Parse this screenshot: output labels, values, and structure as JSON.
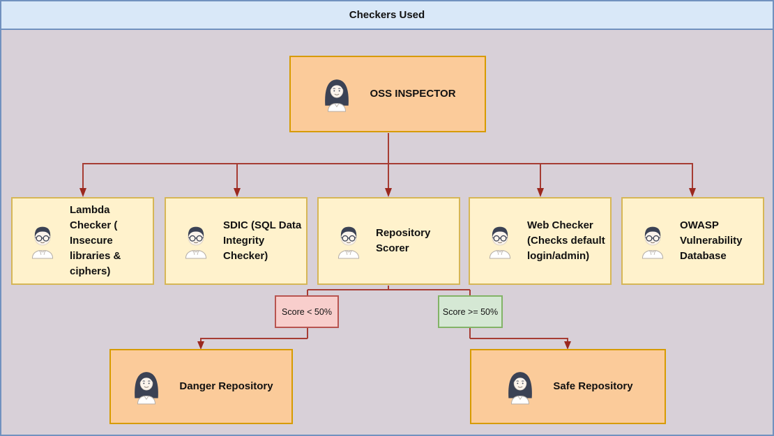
{
  "header": {
    "title": "Checkers Used"
  },
  "diagram": {
    "root": {
      "label": "OSS INSPECTOR",
      "icon": "woman-avatar"
    },
    "checkers": [
      {
        "label": "Lambda Checker ( Insecure libraries & ciphers)",
        "icon": "man-avatar"
      },
      {
        "label": "SDIC (SQL Data Integrity Checker)",
        "icon": "man-avatar"
      },
      {
        "label": "Repository Scorer",
        "icon": "man-avatar"
      },
      {
        "label": "Web Checker (Checks default login/admin)",
        "icon": "man-avatar"
      },
      {
        "label": "OWASP Vulnerability Database",
        "icon": "man-avatar"
      }
    ],
    "branches": [
      {
        "condition": "Score < 50%",
        "target": "Danger Repository",
        "icon": "woman-avatar"
      },
      {
        "condition": "Score >= 50%",
        "target": "Safe Repository",
        "icon": "woman-avatar"
      }
    ]
  },
  "colors": {
    "title_bar_bg": "#d9e8f8",
    "frame_border": "#7191bf",
    "canvas_bg": "#d8d0d8",
    "orange_fill": "#fbcb9a",
    "orange_border": "#d79b00",
    "yellow_fill": "#fff2cc",
    "yellow_border": "#d6b656",
    "danger_label_fill": "#f8cecc",
    "danger_label_border": "#b85450",
    "safe_label_fill": "#d5e8d4",
    "safe_label_border": "#82b366",
    "connector": "#a63c33",
    "connector_arrow": "#9b281f"
  }
}
